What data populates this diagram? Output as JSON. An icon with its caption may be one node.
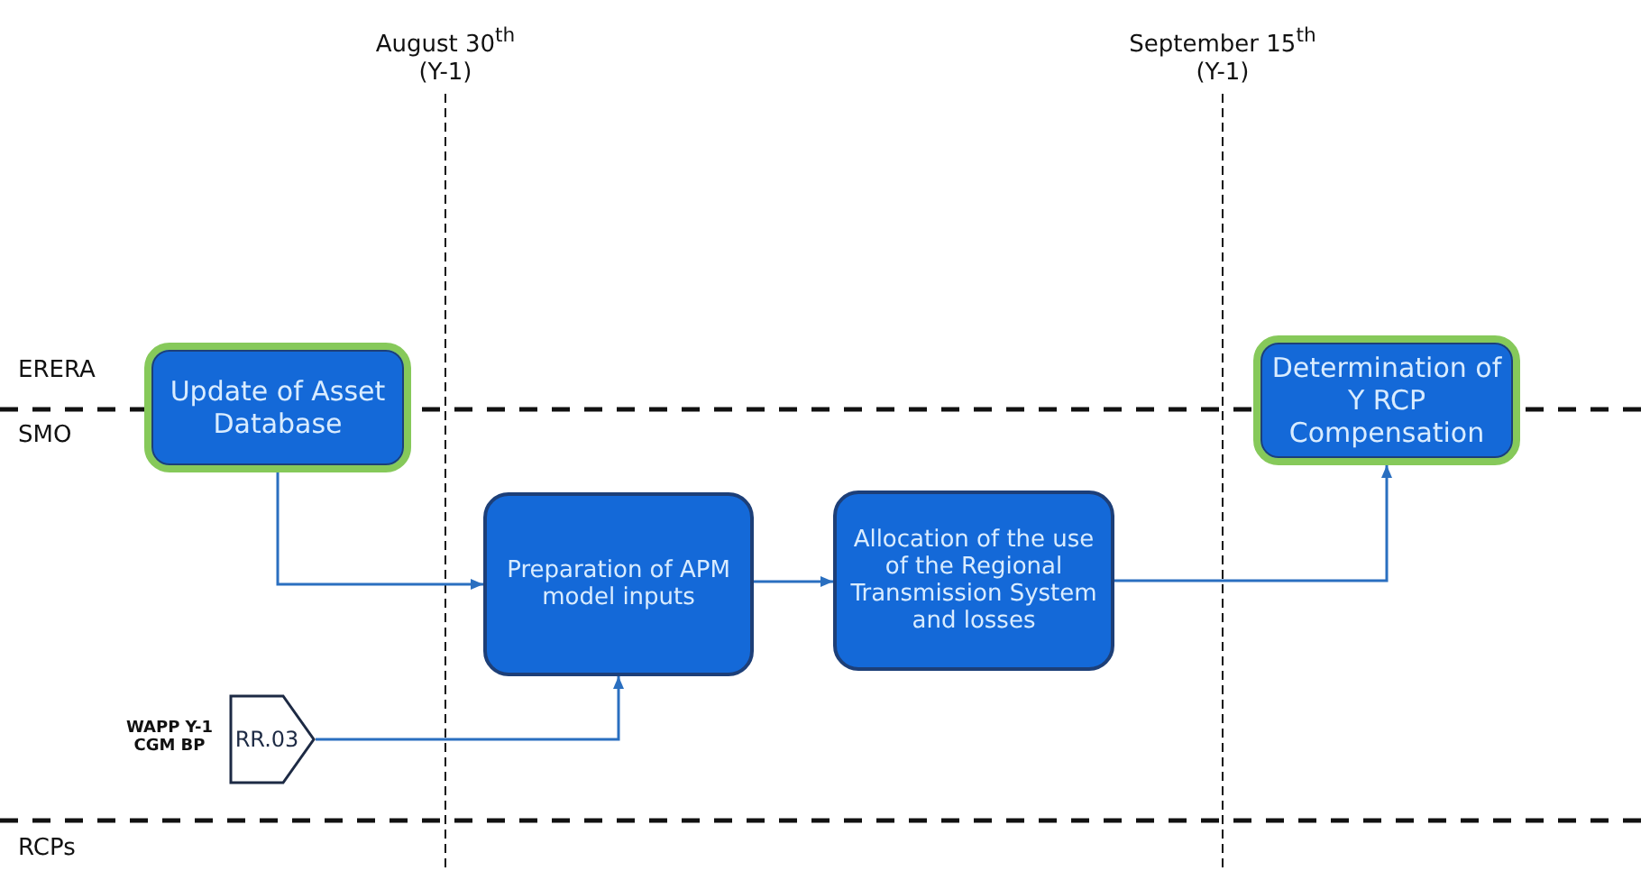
{
  "diagram": {
    "nodes": [
      {
        "text": [
          "Update of Asset Database"
        ]
      },
      {
        "text": [
          "Preparation of APM model inputs"
        ]
      },
      {
        "text": [
          "Allocation of the use of the Regional Transmission System and losses"
        ]
      },
      {
        "text": [
          "Determination of Y RCP Compensation"
        ]
      },
      {
        "text": [
          "RR.03"
        ],
        "beside": [
          "WAPP Y-1 CGM BP"
        ]
      }
    ],
    "edges": [
      {
        "from": 0,
        "to": 1,
        "arrow": "to"
      },
      {
        "from": 4,
        "to": 1,
        "arrow": "to"
      },
      {
        "from": 1,
        "to": 2,
        "arrow": "to"
      },
      {
        "from": 2,
        "to": 3,
        "arrow": "to"
      }
    ],
    "labels": [
      "August 30$^{th}$ (Y-1)",
      "September 15$^{th}$ (Y-1)",
      "ERERA",
      "SMO",
      "RCPs"
    ]
  }
}
